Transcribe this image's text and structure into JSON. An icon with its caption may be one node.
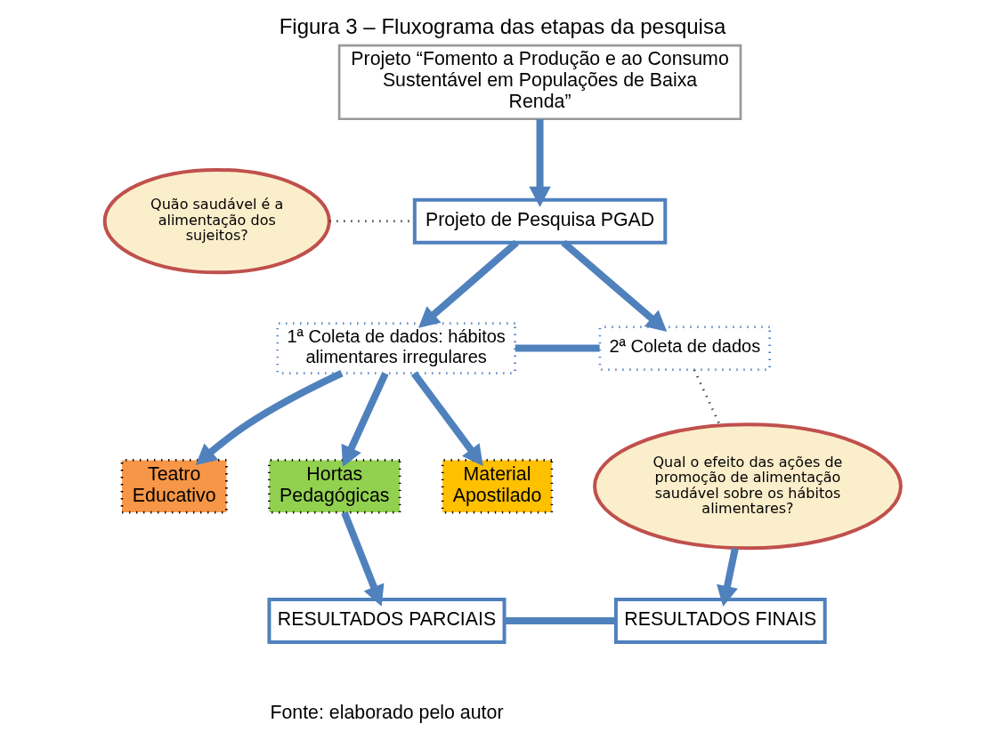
{
  "diagram": {
    "title": "Figura 3 – Fluxograma das etapas da pesquisa",
    "caption": "Fonte: elaborado pelo autor",
    "nodes": [
      {
        "text": [
          "Projeto “Fomento a Produção e ao Consumo Sustentável em Populações de Baixa Renda”"
        ]
      },
      {
        "text": [
          "Quão saudável é a alimentação dos sujeitos?"
        ]
      },
      {
        "text": [
          "Projeto de Pesquisa PGAD"
        ]
      },
      {
        "text": [
          "1ª Coleta de dados: hábitos alimentares irregulares"
        ]
      },
      {
        "text": [
          "2ª Coleta de dados"
        ]
      },
      {
        "text": [
          "Teatro Educativo"
        ]
      },
      {
        "text": [
          "Hortas Pedagógicas"
        ]
      },
      {
        "text": [
          "Material Apostilado"
        ]
      },
      {
        "text": [
          "Qual o efeito das ações de promoção de alimentação saudável sobre os hábitos alimentares?"
        ]
      },
      {
        "text": [
          "RESULTADOS PARCIAIS"
        ]
      },
      {
        "text": [
          "RESULTADOS FINAIS"
        ]
      }
    ],
    "edges": [
      {
        "from": 0,
        "to": 2,
        "arrow": "to"
      },
      {
        "from": 1,
        "to": 2,
        "arrow": "none",
        "style": "dashed",
        "color": "#333333"
      },
      {
        "from": 2,
        "to": 3,
        "arrow": "to"
      },
      {
        "from": 2,
        "to": 4,
        "arrow": "to"
      },
      {
        "from": 3,
        "to": 4,
        "arrow": "none"
      },
      {
        "from": 3,
        "to": 5,
        "arrow": "to"
      },
      {
        "from": 3,
        "to": 6,
        "arrow": "to"
      },
      {
        "from": 3,
        "to": 7,
        "arrow": "to"
      },
      {
        "from": 4,
        "to": 8,
        "arrow": "none",
        "style": "dashed",
        "color": "#333333"
      },
      {
        "from": 6,
        "to": 9,
        "arrow": "to"
      },
      {
        "from": 8,
        "to": 10,
        "arrow": "to"
      },
      {
        "from": 9,
        "to": 10,
        "arrow": "none"
      }
    ]
  }
}
